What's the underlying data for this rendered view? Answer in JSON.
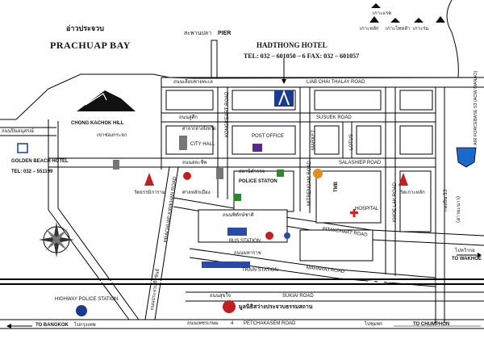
{
  "title_thai": "อ่าวประจวบ",
  "title_en": "PRACHUAP BAY",
  "pier": {
    "thai": "สะพานปลา",
    "en": "PIER"
  },
  "hotel": {
    "name": "HADTHONG HOTEL",
    "contact": "TEL: 032 – 601050 – 6  FAX: 032 – 601057"
  },
  "golden_beach": {
    "name": "GOLDEN BEACH HOTEL",
    "tel": "TEL: 032 – 551199"
  },
  "islands": [
    "เกาะแรด",
    "เกาะหลัก",
    "เกาะไทหลำ",
    "เกาะร่ม"
  ],
  "hills": {
    "en": "CHONG KACHOK HILL",
    "thai": "เขาช่องกระจก"
  },
  "roads": {
    "liab_thai": "ถนนเลียบชายทะเล",
    "liab_en": "LIAB CHAI THALAY ROAD",
    "susuek_thai": "ถนนสู่ศึก",
    "susuek_en": "SUSUEK ROAD",
    "salaship_thai": "ถนนสละชีพ",
    "salaship_en": "SALASHIEP ROAD",
    "pinklao_thai": "ถนนปิ่นอนุสรณ์",
    "kongkiat": "KONGKEART ROAD",
    "mitrengam": "MITRENGAM ROAD",
    "khoelak": "KHOE LAK ROAD",
    "pitak_thai": "ถนนพิทักษ์ชาติ",
    "pitak_en": "PITAKCHART ROAD",
    "maharaj_thai": "ถนนมหาราช",
    "maharaj_en": "MAHARAJ ROAD",
    "sukiai_thai": "ถนนสุขใจ",
    "sukiai_en": "SUKIAI ROAD",
    "prachuap_kiri": "PRACHUAP KIRIKHAN ROAD",
    "prachuap_thai": "ถนนประจวบคีรีขันธ์",
    "petch_thai": "ถนนเพชรเกษม",
    "petch_num": "4",
    "petch_en": "PETCHAKASEM ROAD",
    "market": "MARKET",
    "lotus": "LOTUS",
    "air_force": "AIR FORCEBASE 53 (AOW MANAO)",
    "wing_thai": "กองบิน 53",
    "wing_thai2": "(อ่าวมะนาว)"
  },
  "places": {
    "city_hall_thai": "ศาลากลางจังหวัด",
    "city_hall_en": "CITY HALL",
    "post_office": "POST OFFICE",
    "police_thai": "สถานีตำรวจ",
    "police_en": "POLICE STATON",
    "shrine_thai": "ศาลหลักเมือง",
    "temple_left": "วัดธรรมิการาม",
    "temple_right": "วัดเกาะหลัก",
    "tmb": "TMB",
    "hospital": "HOSPITAL",
    "bus_station": "BUS STATION",
    "train_station": "TRAIN STATION",
    "highway_police": "HIGHWAY POLICE   STATION",
    "foundation": "มูลนิธิสว่างประจวบธรรมสถาน"
  },
  "directions": {
    "to_wakhoe_thai": "ไปหว้ากอ",
    "to_wakhoe_en": "TO WAKHOE",
    "to_bangkok_en": "TO BANGKOK",
    "to_bangkok_thai": "ไปกรุงเทพ",
    "to_chumphon_thai": "ไปชุมพร",
    "to_chumphon_en": "TO CHUMPHON"
  },
  "colors": {
    "road": "#000000",
    "block": "#000000",
    "highlight": "#1a3a8f",
    "red": "#d42020",
    "gray": "#888888"
  }
}
